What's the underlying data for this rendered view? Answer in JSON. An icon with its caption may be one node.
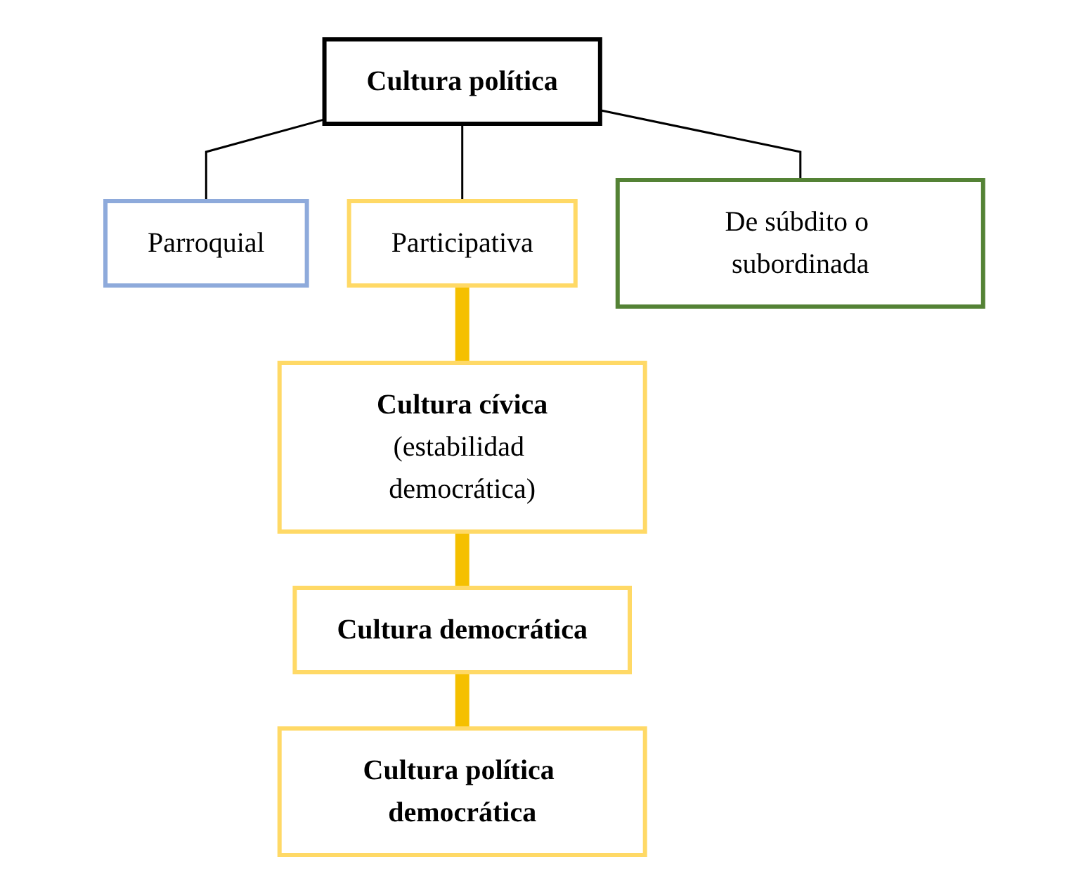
{
  "diagram": {
    "nodes": [
      {
        "text": [
          "Cultura política"
        ]
      },
      {
        "text": [
          "Parroquial"
        ]
      },
      {
        "text": [
          "Participativa"
        ]
      },
      {
        "text": [
          "De súbdito o subordinada"
        ]
      },
      {
        "text": [
          "Cultura cívica",
          "(estabilidad democrática)"
        ]
      },
      {
        "text": [
          "Cultura democrática"
        ]
      },
      {
        "text": [
          "Cultura política democrática"
        ]
      }
    ],
    "edges": [
      {
        "from": 0,
        "to": 1,
        "arrow": "none"
      },
      {
        "from": 0,
        "to": 2,
        "arrow": "none"
      },
      {
        "from": 0,
        "to": 3,
        "arrow": "none"
      },
      {
        "from": 2,
        "to": 4,
        "arrow": "none",
        "style": "thick",
        "color": "#f5c000"
      },
      {
        "from": 4,
        "to": 5,
        "arrow": "none",
        "style": "thick",
        "color": "#f5c000"
      },
      {
        "from": 5,
        "to": 6,
        "arrow": "none",
        "style": "thick",
        "color": "#f5c000"
      }
    ]
  }
}
